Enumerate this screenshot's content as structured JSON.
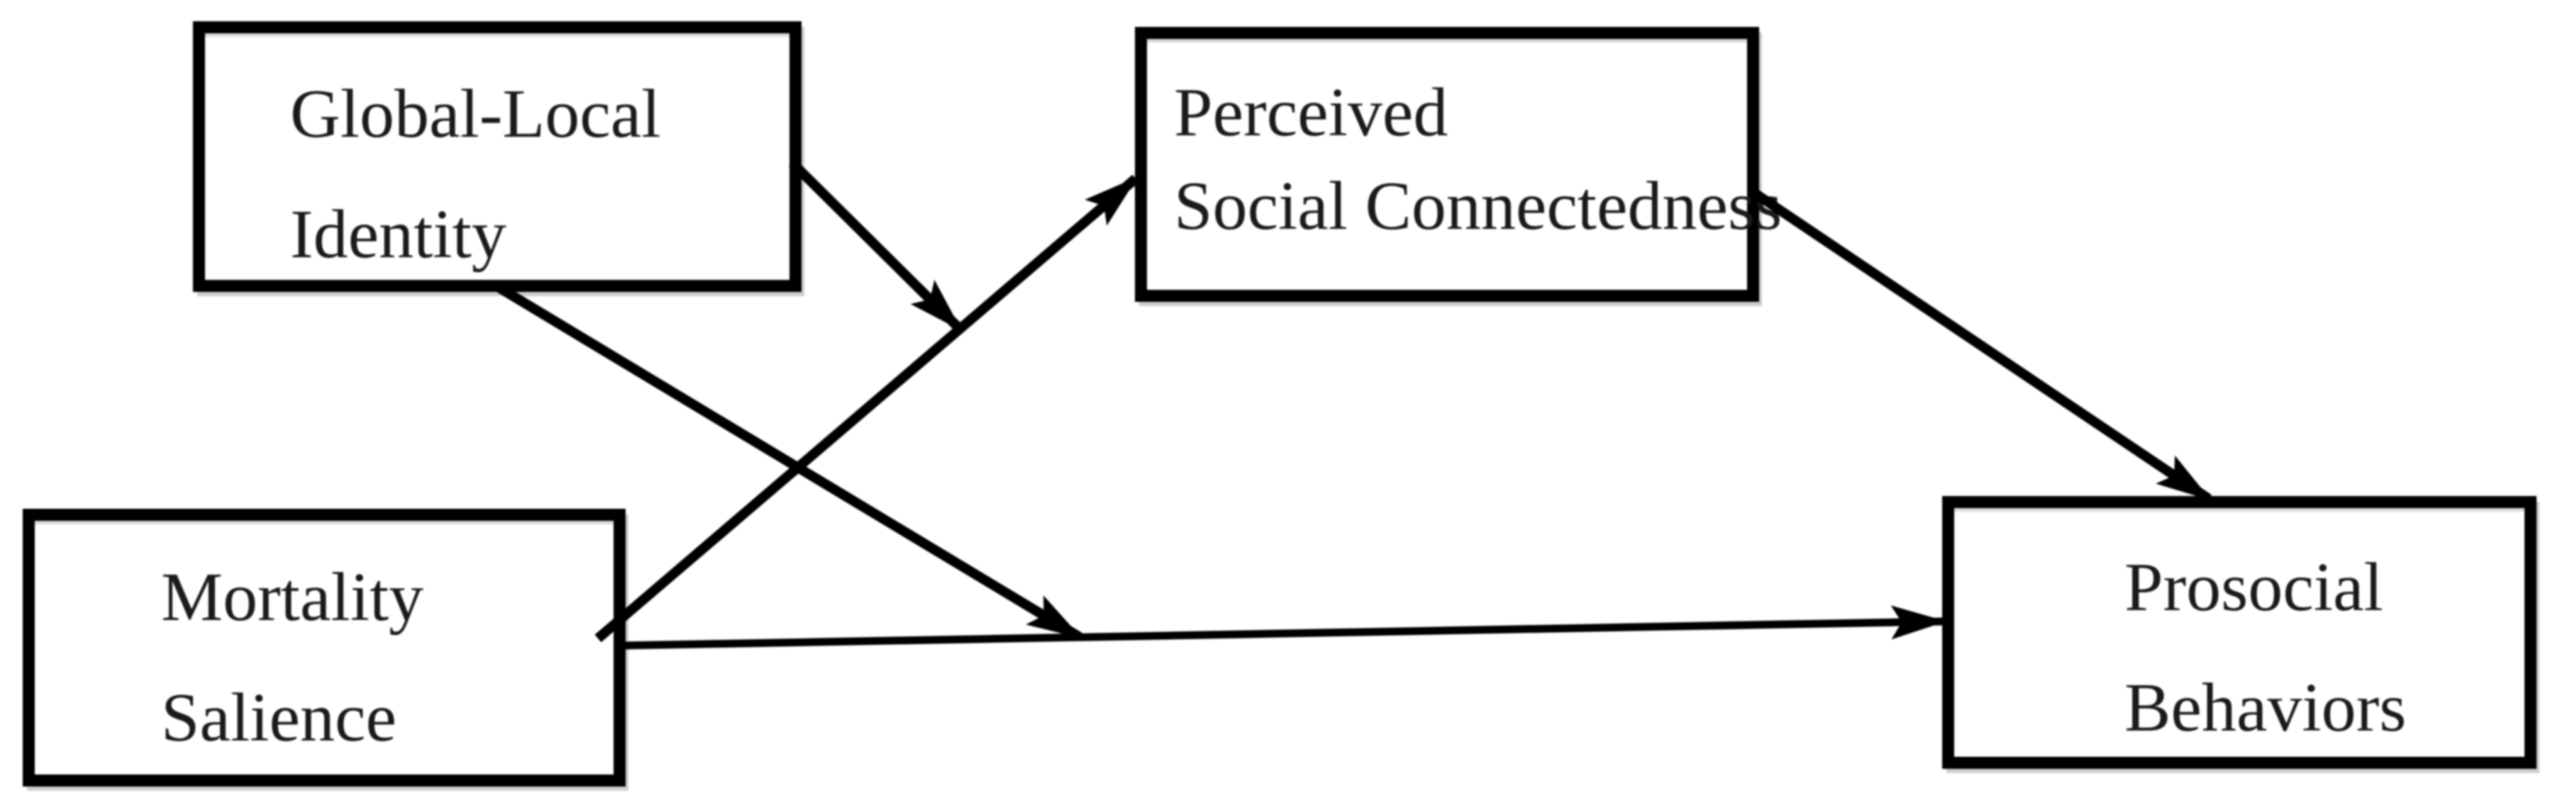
{
  "boxes": {
    "global_local_identity": {
      "line1": "Global-Local",
      "line2": "Identity"
    },
    "perceived_social_connectedness": {
      "line1": "Perceived",
      "line2": "Social Connectedness"
    },
    "mortality_salience": {
      "line1": "Mortality",
      "line2": "Salience"
    },
    "prosocial_behaviors": {
      "line1": "Prosocial",
      "line2": "Behaviors"
    }
  },
  "edges": [
    {
      "id": "ms-to-psc",
      "from": "Mortality Salience",
      "to": "Perceived Social Connectedness",
      "arrow": "filled-triangle"
    },
    {
      "id": "ms-to-pb",
      "from": "Mortality Salience",
      "to": "Prosocial Behaviors",
      "arrow": "filled-triangle"
    },
    {
      "id": "psc-to-pb",
      "from": "Perceived Social Connectedness",
      "to": "Prosocial Behaviors",
      "arrow": "filled-triangle"
    },
    {
      "id": "gli-moderates-ms-psc",
      "from": "Global-Local Identity",
      "to": "path: Mortality Salience to Perceived Social Connectedness",
      "arrow": "filled-triangle",
      "role": "moderation"
    },
    {
      "id": "gli-moderates-ms-pb",
      "from": "Global-Local Identity",
      "to": "path: Mortality Salience to Prosocial Behaviors",
      "arrow": "filled-triangle",
      "role": "moderation"
    }
  ],
  "colors": {
    "line": "#000000",
    "box_border": "#000000",
    "box_fill": "#ffffff",
    "page_background": "#ffffff",
    "text": "#1a1a1a"
  }
}
